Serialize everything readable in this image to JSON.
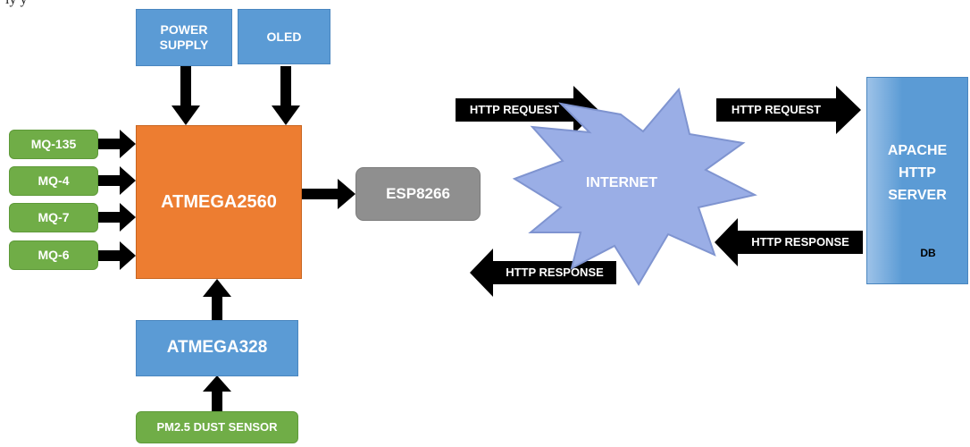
{
  "colors": {
    "blue": "#5b9bd5",
    "green": "#70ad47",
    "orange": "#ed7d31",
    "grey": "#8f8f8f",
    "cloud": "#9aaee6",
    "arrow": "#000000",
    "db": "#ffd400"
  },
  "top_cutoff_text": "ly                                                                 y",
  "nodes": {
    "power_supply": {
      "line1": "POWER",
      "line2": "SUPPLY"
    },
    "oled": {
      "label": "OLED"
    },
    "mq135": {
      "label": "MQ-135"
    },
    "mq4": {
      "label": "MQ-4"
    },
    "mq7": {
      "label": "MQ-7"
    },
    "mq6": {
      "label": "MQ-6"
    },
    "atmega2560": {
      "label": "ATMEGA2560"
    },
    "esp8266": {
      "label": "ESP8266"
    },
    "atmega328": {
      "label": "ATMEGA328"
    },
    "pm25": {
      "label": "PM2.5 DUST SENSOR"
    },
    "internet": {
      "label": "INTERNET"
    },
    "server": {
      "line1": "APACHE",
      "line2": "HTTP",
      "line3": "SERVER"
    },
    "db": {
      "label": "DB"
    }
  },
  "arrows": {
    "req1": "HTTP REQUEST",
    "req2": "HTTP REQUEST",
    "resp1": "HTTP RESPONSE",
    "resp2": "HTTP RESPONSE"
  },
  "icons": {
    "cloud": "starburst-cloud",
    "database": "cylinder-db"
  }
}
